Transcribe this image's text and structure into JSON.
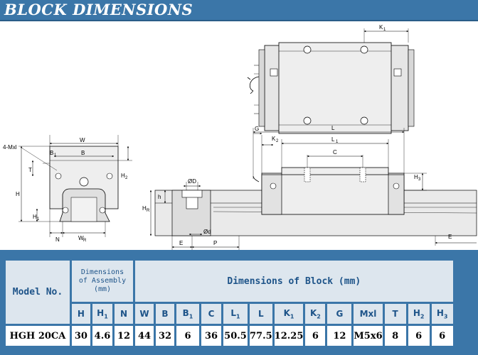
{
  "title": "BLOCK DIMENSIONS",
  "drawing_labels": {
    "k1_top": "K",
    "mxl": "4-Mxl",
    "w": "W",
    "b1": "B",
    "b": "B",
    "t": "T",
    "h2": "H",
    "h": "H",
    "h1": "H",
    "n": "N",
    "wr": "W",
    "g": "G",
    "k2": "K",
    "l": "L",
    "l1": "L",
    "c": "C",
    "h3": "H",
    "od_big": "ØD",
    "h_small": "h",
    "hr": "H",
    "od_small": "Ød",
    "e_left": "E",
    "p": "P",
    "e_right": "E"
  },
  "table": {
    "model_header": "Model No.",
    "assembly_header": [
      "Dimensions",
      "of Assembly",
      "(mm)"
    ],
    "block_header": "Dimensions of Block (mm)",
    "columns": [
      {
        "sym": "H",
        "sub": ""
      },
      {
        "sym": "H",
        "sub": "1"
      },
      {
        "sym": "N",
        "sub": ""
      },
      {
        "sym": "W",
        "sub": ""
      },
      {
        "sym": "B",
        "sub": ""
      },
      {
        "sym": "B",
        "sub": "1"
      },
      {
        "sym": "C",
        "sub": ""
      },
      {
        "sym": "L",
        "sub": "1"
      },
      {
        "sym": "L",
        "sub": ""
      },
      {
        "sym": "K",
        "sub": "1"
      },
      {
        "sym": "K",
        "sub": "2"
      },
      {
        "sym": "G",
        "sub": ""
      },
      {
        "sym": "Mxl",
        "sub": ""
      },
      {
        "sym": "T",
        "sub": ""
      },
      {
        "sym": "H",
        "sub": "2"
      },
      {
        "sym": "H",
        "sub": "3"
      }
    ],
    "rows": [
      {
        "model": "HGH 20CA",
        "values": [
          "30",
          "4.6",
          "12",
          "44",
          "32",
          "6",
          "36",
          "50.5",
          "77.5",
          "12.25",
          "6",
          "12",
          "M5x6",
          "8",
          "6",
          "6"
        ]
      }
    ]
  }
}
